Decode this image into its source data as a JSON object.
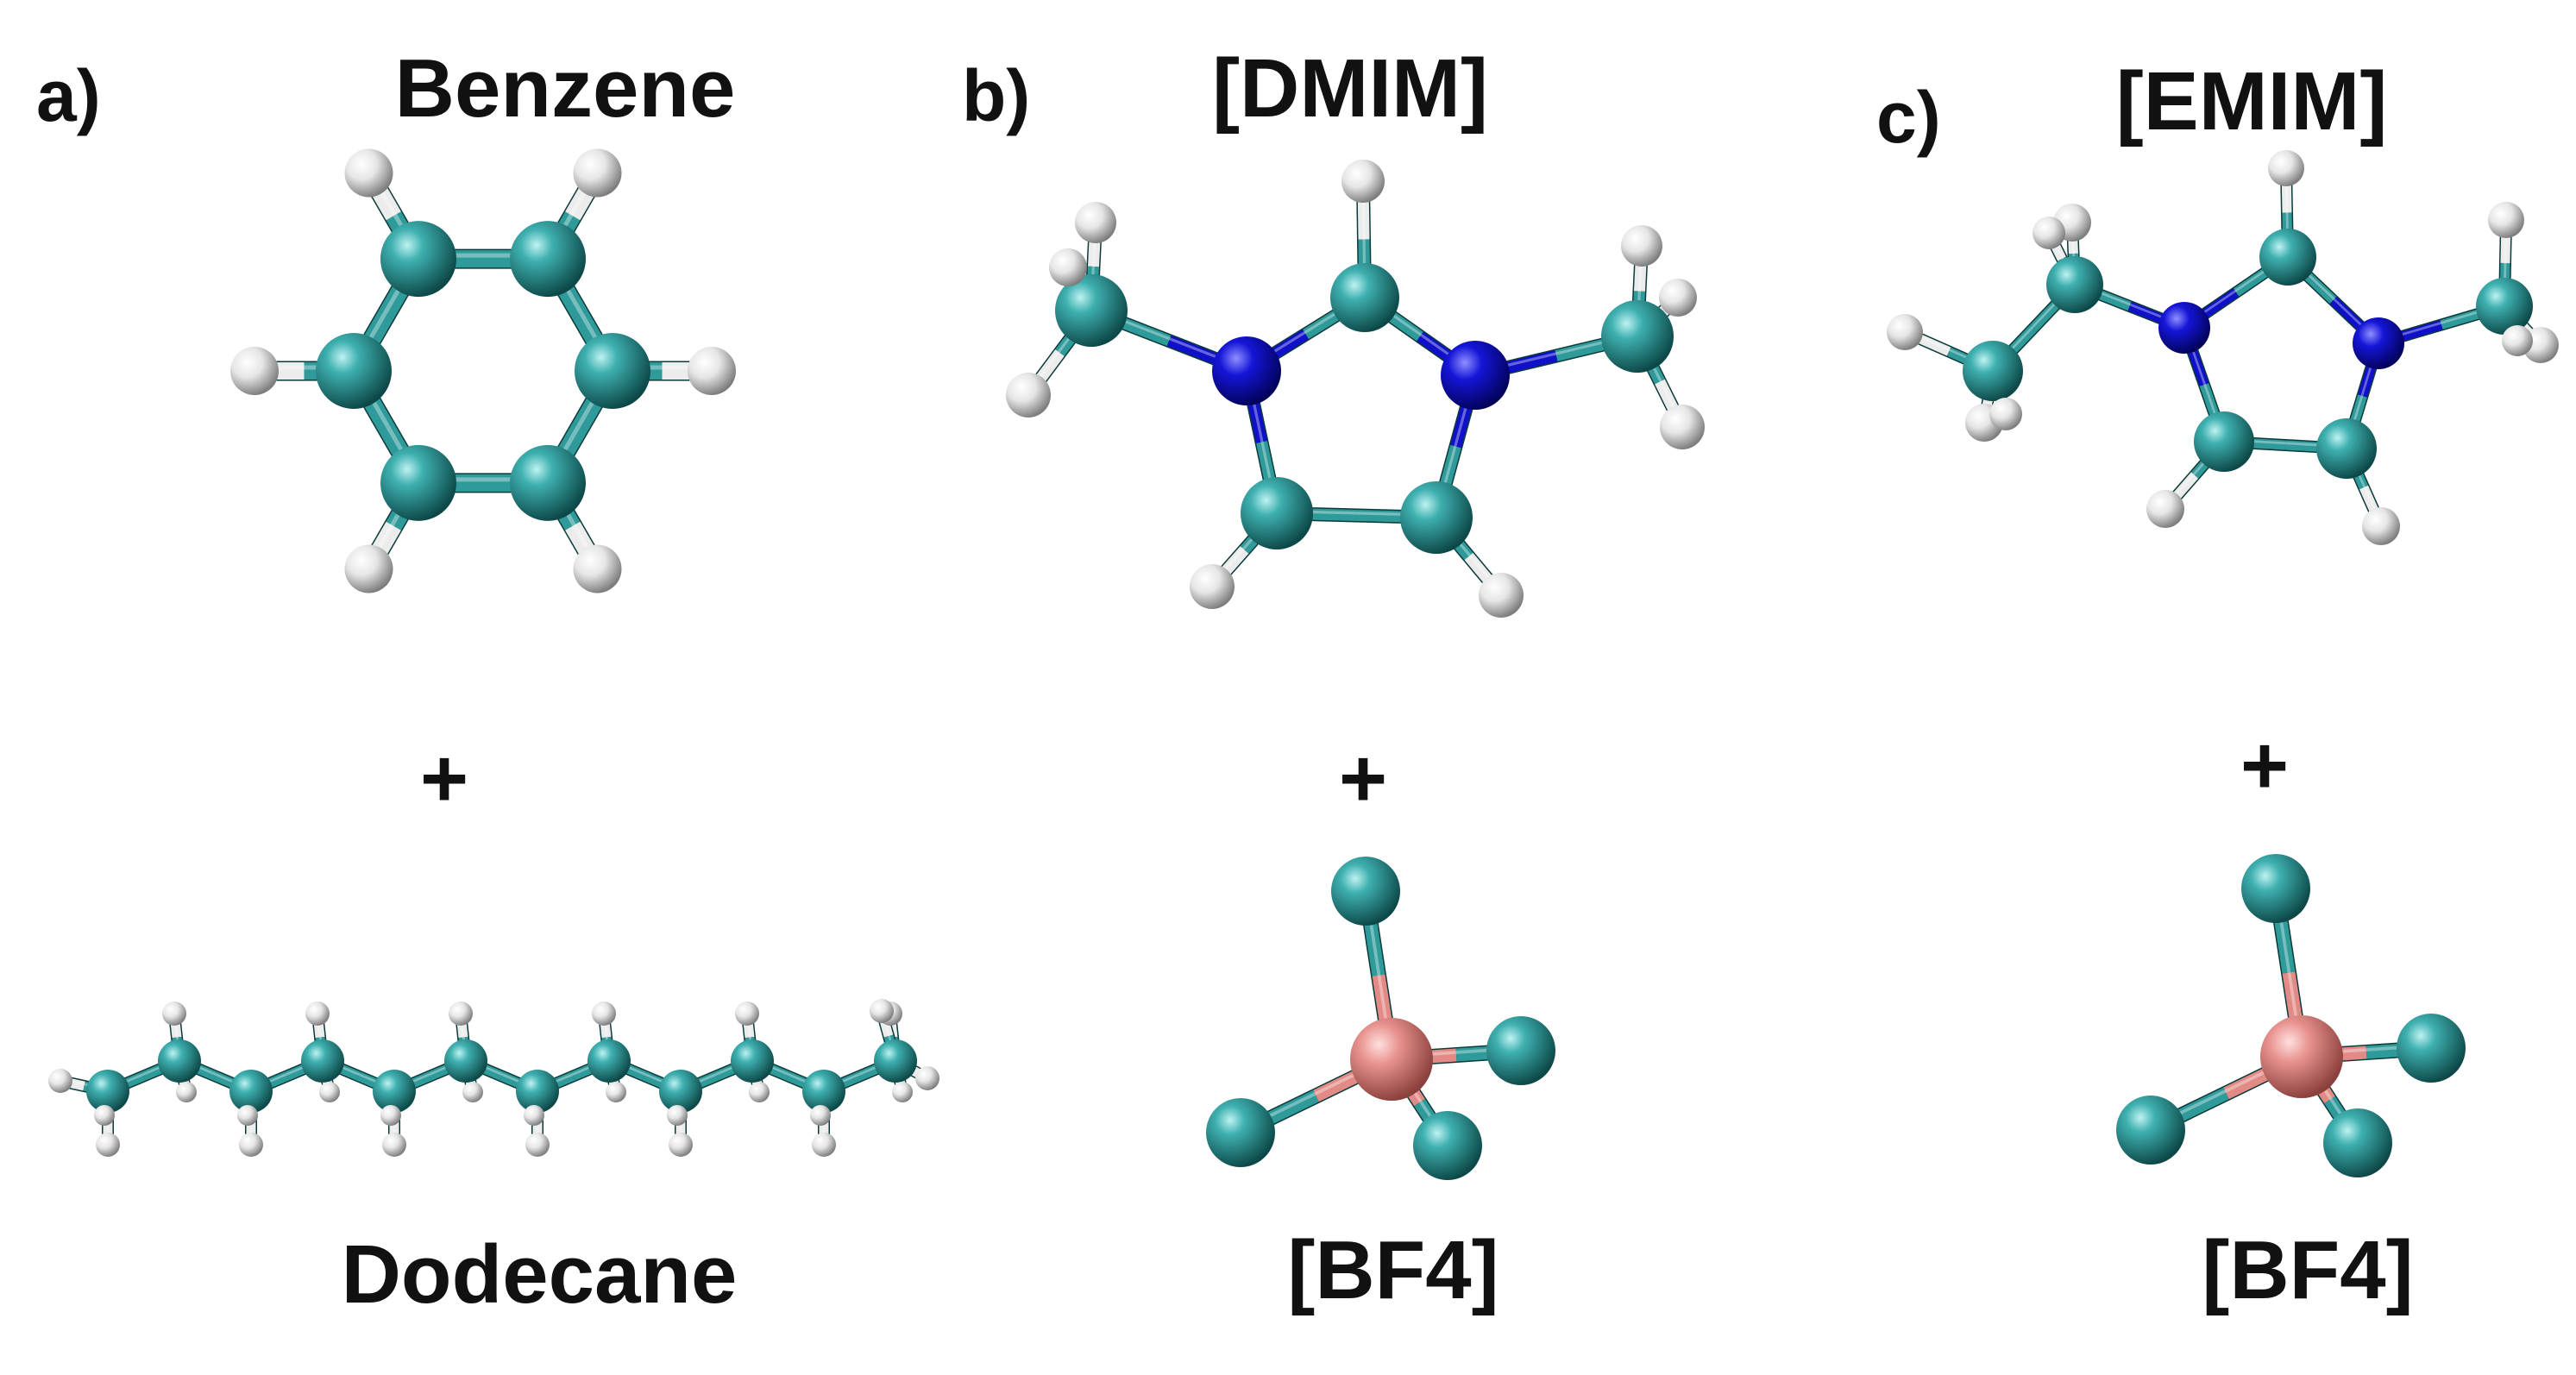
{
  "colors": {
    "carbon": "#2f9a9a",
    "hydrogen": "#ececec",
    "nitrogen": "#1010c8",
    "boron": "#e28a86",
    "fluorine": "#2f9a9a",
    "text": "#111111",
    "background": "#ffffff"
  },
  "panels": {
    "a": {
      "letter": "a)",
      "top_label": "Benzene",
      "plus": "+",
      "bottom_label": "Dodecane"
    },
    "b": {
      "letter": "b)",
      "top_label": "[DMIM]",
      "plus": "+",
      "bottom_label": "[BF4]"
    },
    "c": {
      "letter": "c)",
      "top_label": "[EMIM]",
      "plus": "+",
      "bottom_label": "[BF4]"
    }
  }
}
